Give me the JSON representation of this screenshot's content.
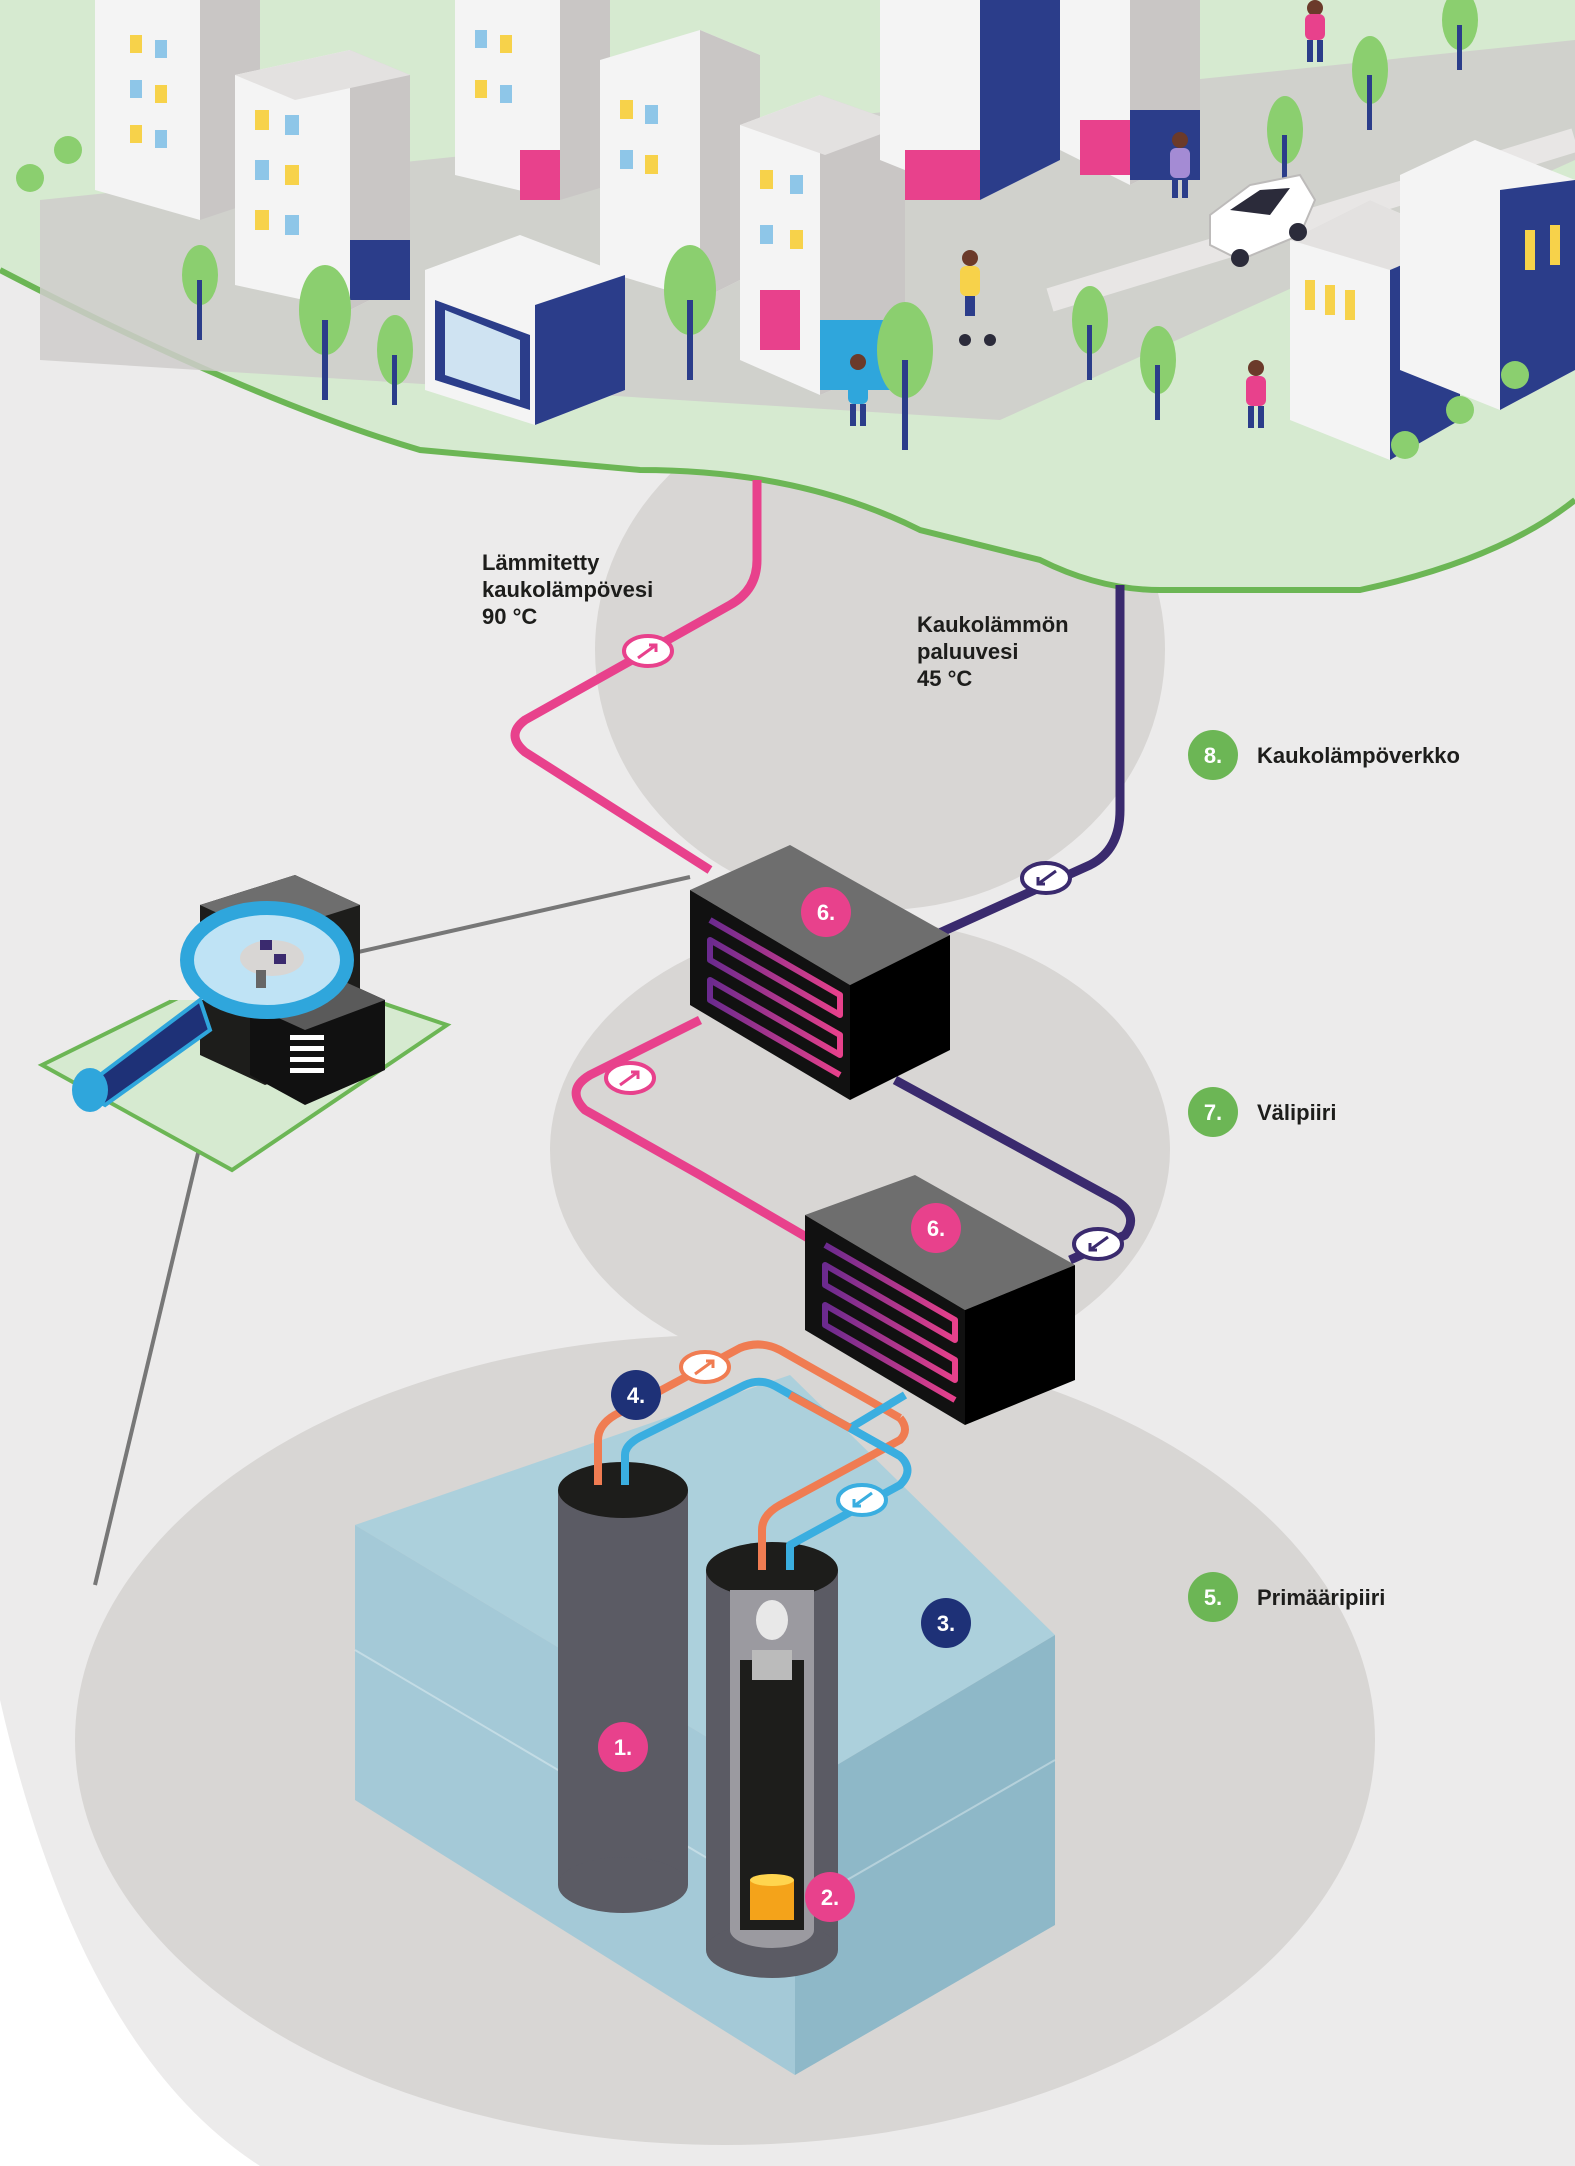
{
  "colors": {
    "hot_pipe": "#e8418c",
    "return_pipe": "#3a2a6e",
    "primary_hot": "#f07c52",
    "primary_cold": "#3aaee0",
    "green_badge": "#6cb655",
    "pink_badge": "#e8418c",
    "navy_badge": "#1e3177",
    "ground": "#ecebeb",
    "zone": "#d8d6d4",
    "grass": "#d6ead0",
    "water": "#8ec1d4"
  },
  "labels": {
    "hot_water_line1": "Lämmitetty",
    "hot_water_line2": "kaukolämpövesi",
    "hot_water_temp": "90 °C",
    "return_water_line1": "Kaukolämmön",
    "return_water_line2": "paluuvesi",
    "return_water_temp": "45 °C"
  },
  "legend": [
    {
      "number": "8.",
      "text": "Kaukolämpöverkko"
    },
    {
      "number": "7.",
      "text": "Välipiiri"
    },
    {
      "number": "5.",
      "text": "Primääripiiri"
    }
  ],
  "badges": {
    "reactor_vessel": "1.",
    "core": "2.",
    "pool": "3.",
    "primary_pipes": "4.",
    "exchanger_upper": "6.",
    "exchanger_lower": "6."
  },
  "icons": [
    "flow-arrow-icon",
    "magnifier-icon",
    "tree-icon",
    "building-icon",
    "car-icon",
    "person-icon"
  ]
}
